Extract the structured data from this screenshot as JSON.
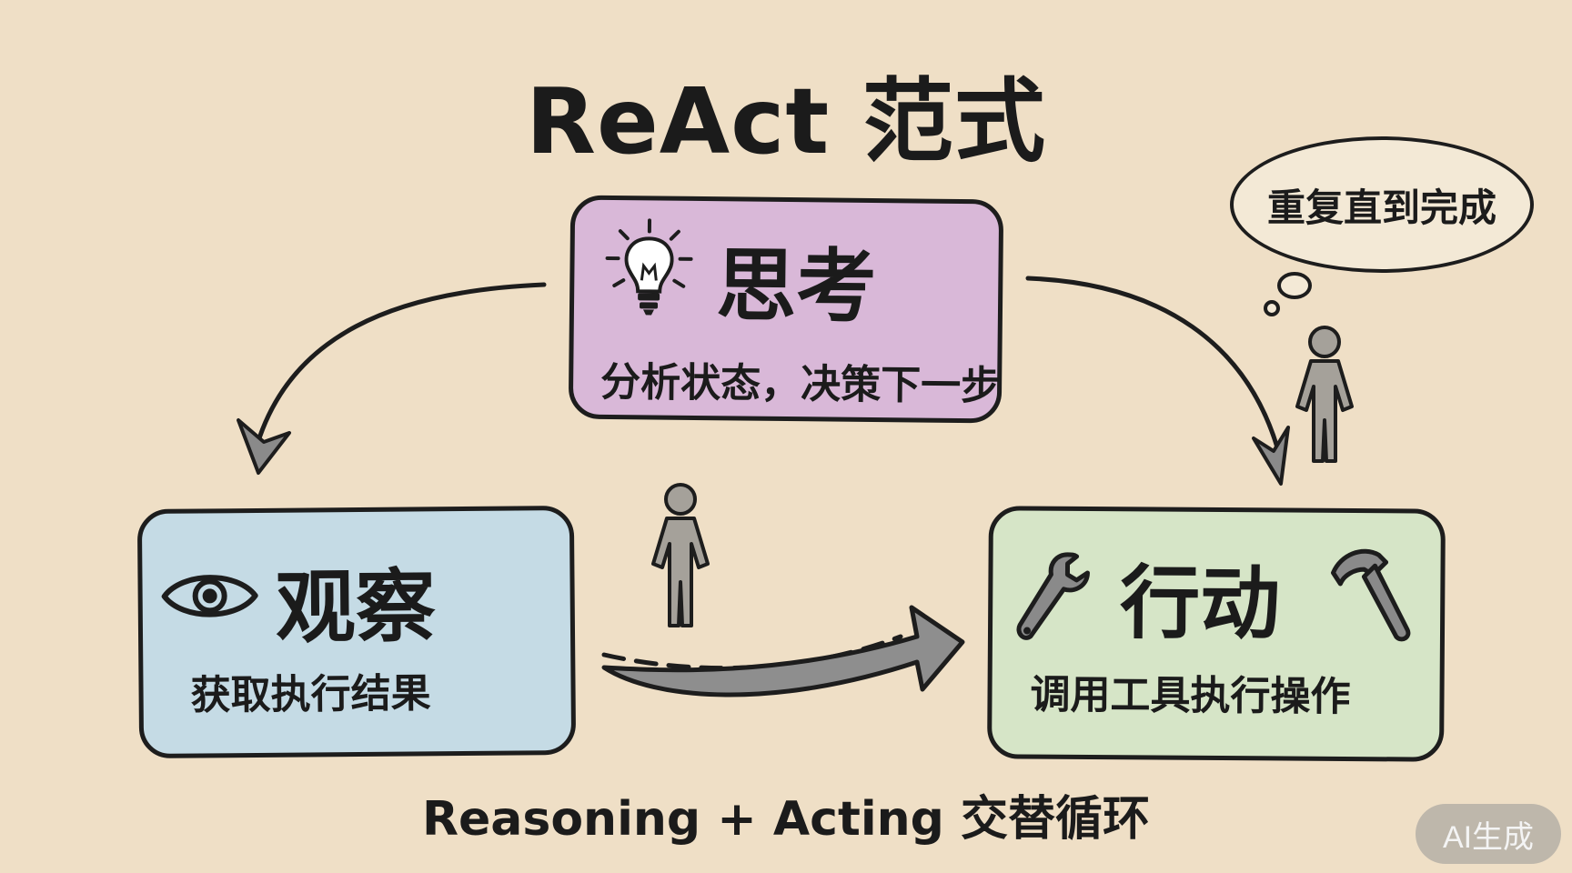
{
  "title": "ReAct 范式",
  "nodes": {
    "think": {
      "title": "思考",
      "subtitle": "分析状态，决策下一步",
      "icon": "lightbulb-icon",
      "color": "#d9b8d8"
    },
    "observe": {
      "title": "观察",
      "subtitle": "获取执行结果",
      "icon": "eye-icon",
      "color": "#c5dbe5"
    },
    "act": {
      "title": "行动",
      "subtitle": "调用工具执行操作",
      "icons": [
        "wrench-icon",
        "hammer-icon"
      ],
      "color": "#d6e5c7"
    }
  },
  "thought_bubble": {
    "text": "重复直到完成"
  },
  "footer": {
    "text": "Reasoning + Acting 交替循环"
  },
  "badge": {
    "text": "AI生成"
  },
  "connections": [
    {
      "from": "think",
      "to": "observe"
    },
    {
      "from": "think",
      "to": "act"
    },
    {
      "from": "observe",
      "to": "act",
      "style": "dashed-and-solid"
    }
  ],
  "figures": [
    "person-figure-center",
    "person-figure-right"
  ]
}
